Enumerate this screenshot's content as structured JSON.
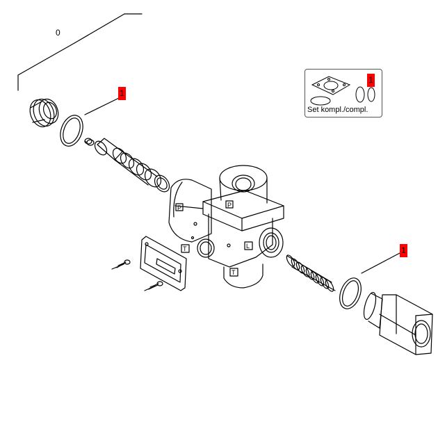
{
  "assembly_number": "0",
  "callouts": {
    "orings_left": "1",
    "orings_right": "1",
    "set_kit": "1"
  },
  "set_kit": {
    "label": "Set kompl./compl."
  },
  "port_markings": {
    "top": "P",
    "side_upper": "P",
    "front": "T",
    "right": "L",
    "bottom": "T"
  },
  "colors": {
    "callout_fill": "#ff0000",
    "line": "#000000",
    "background": "#ffffff"
  }
}
